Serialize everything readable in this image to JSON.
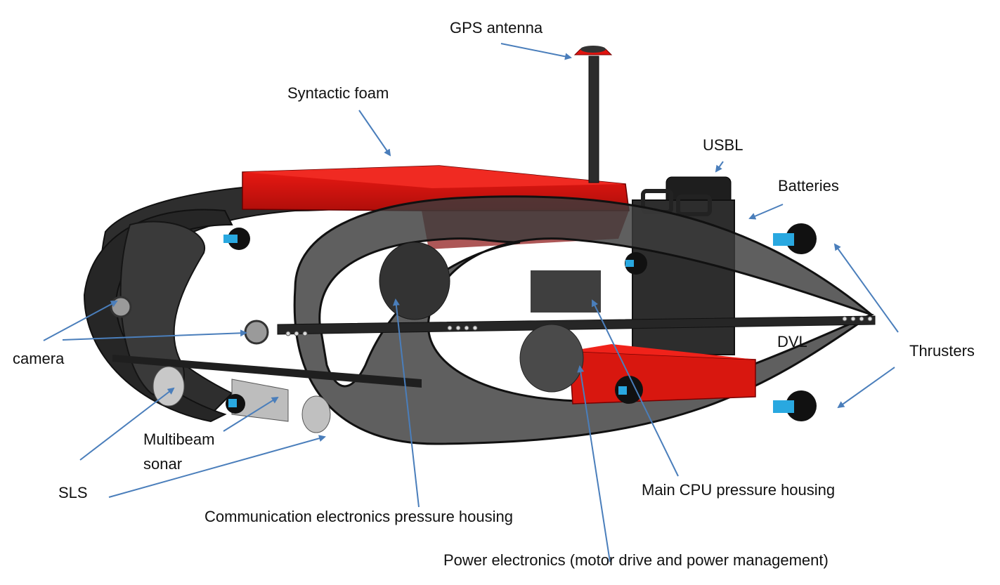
{
  "diagram": {
    "subject": "Underwater vehicle component layout",
    "colors": {
      "frame": "#3a3a3a",
      "frame_dark": "#1e1e1e",
      "foam": "#e0140f",
      "foam_dark": "#a00d0a",
      "thruster_blue": "#29a8e0",
      "arrow": "#4a7ebb",
      "background": "#ffffff"
    },
    "labels": [
      {
        "id": "gps",
        "text": "GPS antenna"
      },
      {
        "id": "foam",
        "text": "Syntactic foam"
      },
      {
        "id": "usbl",
        "text": "USBL"
      },
      {
        "id": "batteries",
        "text": "Batteries"
      },
      {
        "id": "thrusters",
        "text": "Thrusters"
      },
      {
        "id": "dvl",
        "text": "DVL"
      },
      {
        "id": "camera",
        "text": "camera"
      },
      {
        "id": "multibeam",
        "text": "Multibeam"
      },
      {
        "id": "multibeam2",
        "text": "sonar"
      },
      {
        "id": "sls",
        "text": "SLS"
      },
      {
        "id": "comm",
        "text": "Communication electronics pressure housing"
      },
      {
        "id": "cpu",
        "text": "Main CPU pressure housing"
      },
      {
        "id": "power",
        "text": "Power electronics (motor drive and power management)"
      }
    ]
  }
}
